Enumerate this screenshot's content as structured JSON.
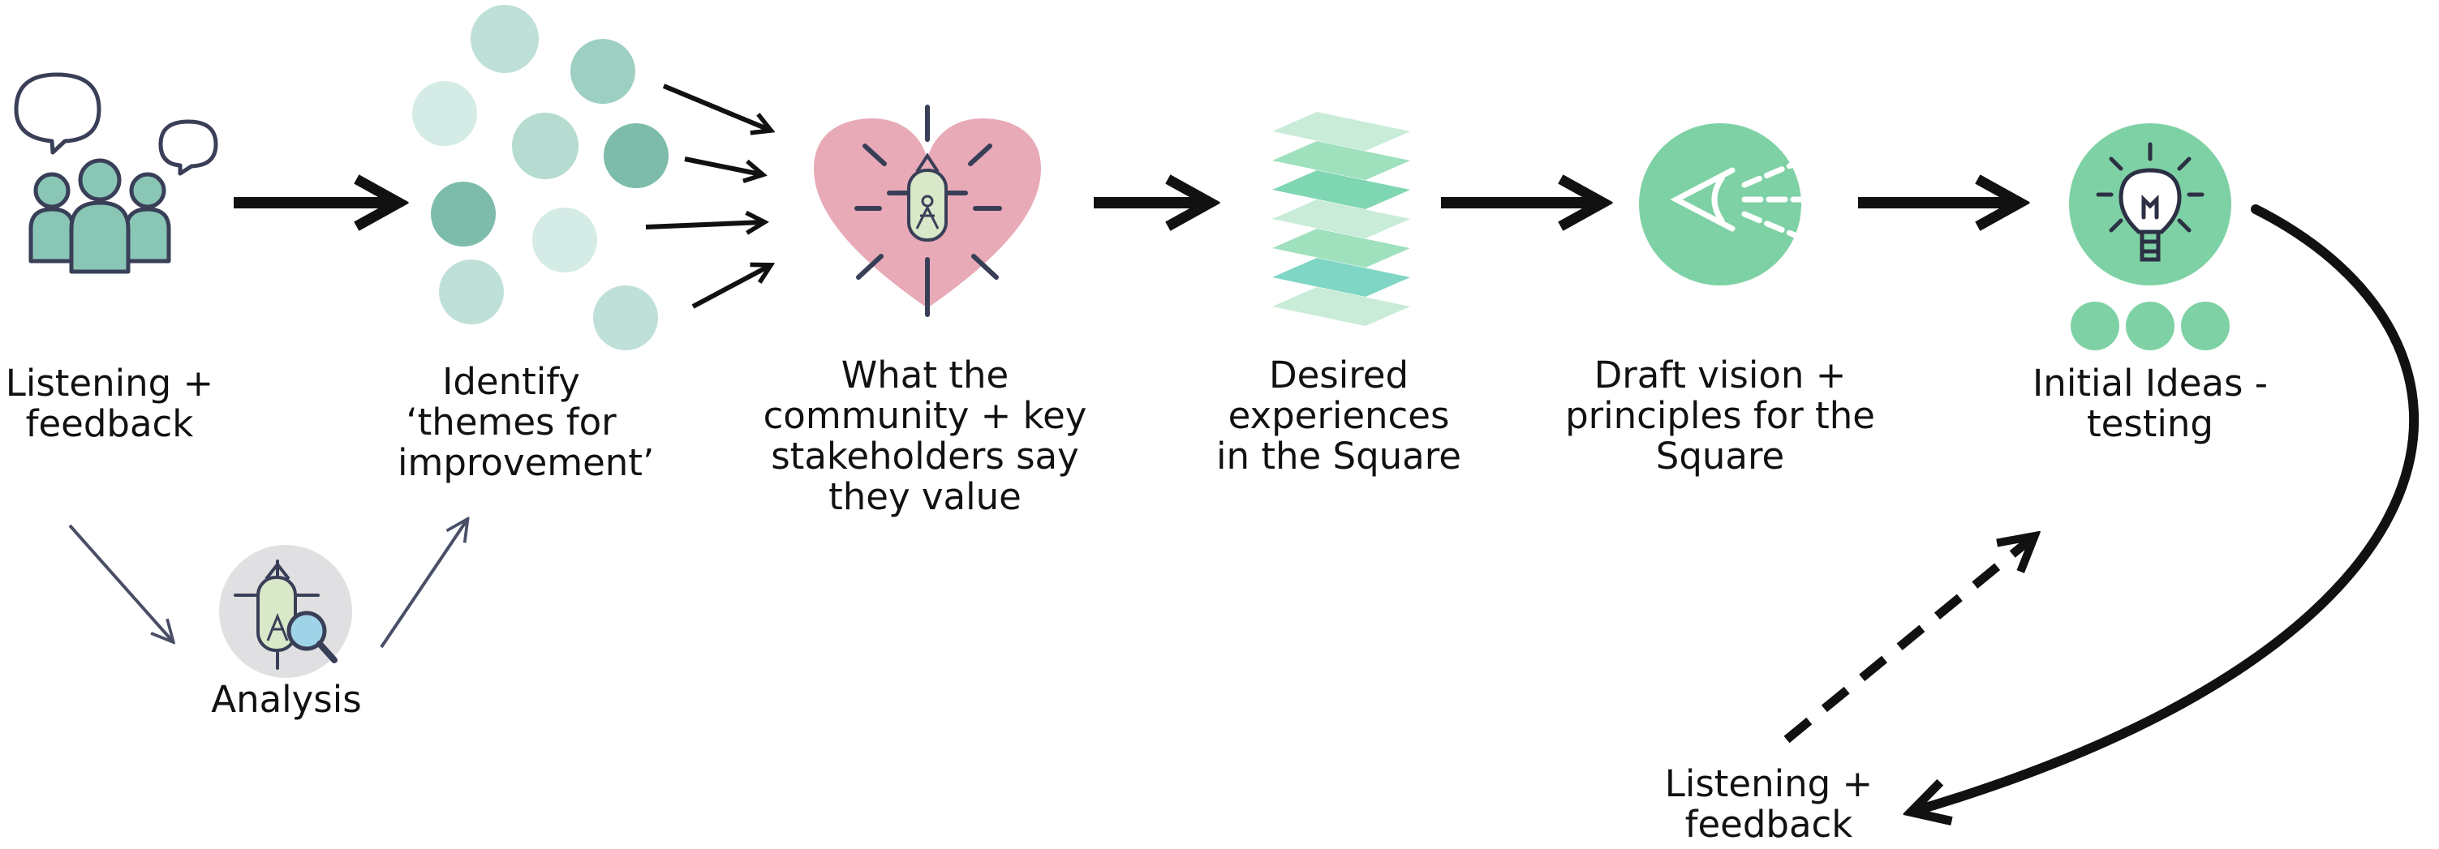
{
  "steps": [
    {
      "lines": [
        "Listening +",
        "feedback"
      ]
    },
    {
      "lines": [
        "Identify",
        "‘themes for",
        "improvement’"
      ]
    },
    {
      "lines": [
        "What the",
        "community + key",
        "stakeholders say",
        "they value"
      ]
    },
    {
      "lines": [
        "Desired",
        "experiences",
        "in the Square"
      ]
    },
    {
      "lines": [
        "Draft vision +",
        "principles for the",
        "Square"
      ]
    },
    {
      "lines": [
        "Initial Ideas -",
        "testing"
      ]
    }
  ],
  "analysis": {
    "label": "Analysis"
  },
  "loop": {
    "lines": [
      "Listening +",
      "feedback"
    ]
  },
  "icons": {
    "listening": "people-with-speech-bubbles-icon",
    "themes": "theme-dots-icon",
    "value": "heart-icon",
    "experiences": "layers-icon",
    "vision": "eye-icon",
    "ideas": "lightbulb-icon",
    "analysis": "magnifier-icon"
  },
  "colors": {
    "mint": "#7ed1a4",
    "teal": "#8ac6b5",
    "pink": "#e8aab7",
    "navy": "#3a3f58",
    "grey": "#e0e0e2"
  }
}
